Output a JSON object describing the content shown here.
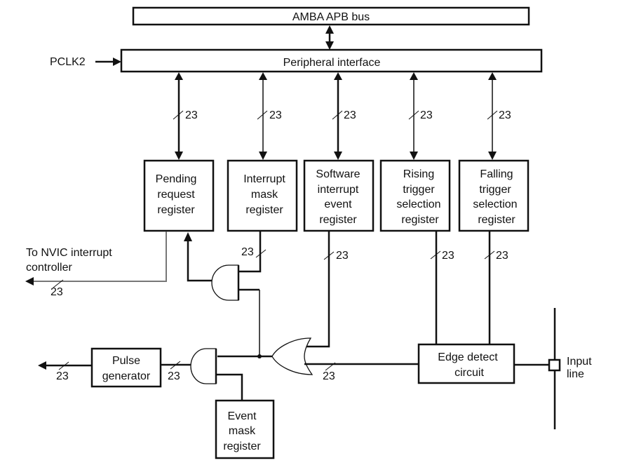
{
  "bus": {
    "label": "AMBA APB bus"
  },
  "interface": {
    "label": "Peripheral interface",
    "clock_input": "PCLK2"
  },
  "registers": [
    {
      "id": "pending",
      "lines": [
        "Pending",
        "request",
        "register"
      ]
    },
    {
      "id": "imask",
      "lines": [
        "Interrupt",
        "mask",
        "register"
      ]
    },
    {
      "id": "swier",
      "lines": [
        "Software",
        "interrupt",
        "event",
        "register"
      ]
    },
    {
      "id": "rising",
      "lines": [
        "Rising",
        "trigger",
        "selection",
        "register"
      ]
    },
    {
      "id": "falling",
      "lines": [
        "Falling",
        "trigger",
        "selection",
        "register"
      ]
    }
  ],
  "event_mask": {
    "lines": [
      "Event",
      "mask",
      "register"
    ]
  },
  "pulse_generator": {
    "lines": [
      "Pulse",
      "generator"
    ]
  },
  "edge_detect": {
    "lines": [
      "Edge detect",
      "circuit"
    ]
  },
  "input_line": {
    "lines": [
      "Input",
      "line"
    ]
  },
  "nvic_output": {
    "lines": [
      "To NVIC interrupt",
      "controller"
    ]
  },
  "bus_width": "23"
}
